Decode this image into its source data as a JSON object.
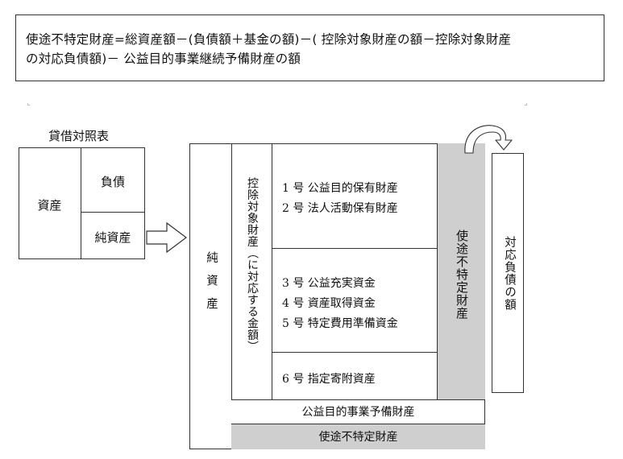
{
  "formula": {
    "line1": "使途不特定財産=総資産額－(負債額＋基金の額)－( 控除対象財産の額－控除対象財産",
    "line2": "の対応負債額)－ 公益目的事業継続予備財産の額"
  },
  "balance_sheet": {
    "title": "貸借対照表",
    "assets": "資産",
    "liabilities": "負債",
    "net_assets": "純資産"
  },
  "main": {
    "net_assets_label": "純資産",
    "excluded_label": "控除対象財産（に対応する金額）",
    "items": [
      "1 号  公益目的保有財産",
      "2 号  法人活動保有財産",
      "3 号  公益充実資金",
      "4 号  資産取得資金",
      "5 号  特定費用準備資金",
      "6 号  指定寄附資産"
    ],
    "unspecified_vertical": "使途不特定財産",
    "reserve_label": "公益目的事業予備財産",
    "unspecified_bottom": "使途不特定財産"
  },
  "right_box": {
    "label": "対応負債の額"
  },
  "colors": {
    "gray_fill": "#cfcfcf",
    "border": "#333333"
  }
}
